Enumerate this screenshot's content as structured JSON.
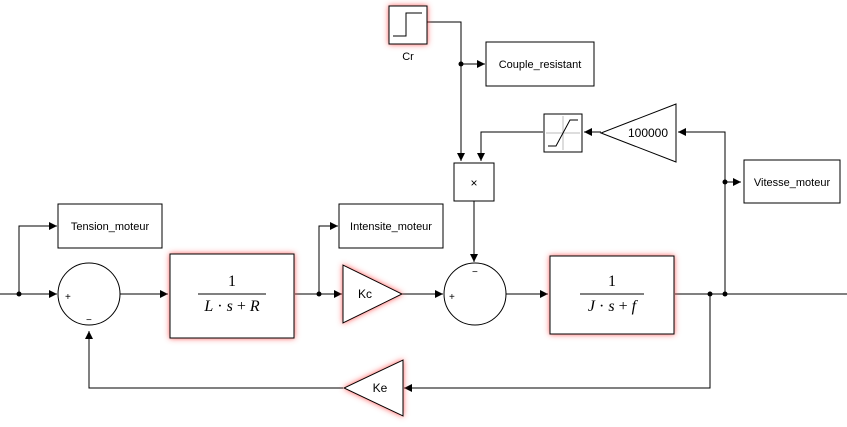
{
  "blocks": {
    "step_label": "Cr",
    "couple_resistant": "Couple_resistant",
    "tension_moteur": "Tension_moteur",
    "intensite_moteur": "Intensite_moteur",
    "vitesse_moteur": "Vitesse_moteur",
    "gain_big": "100000",
    "gain_kc": "Kc",
    "gain_ke": "Ke",
    "product": "×",
    "tf1": {
      "num": "1",
      "den_a": "L",
      "den_dot": " · ",
      "den_b": "s",
      "den_op": " + ",
      "den_c": "R"
    },
    "tf2": {
      "num": "1",
      "den_a": "J",
      "den_dot": " · ",
      "den_b": "s",
      "den_op": " + ",
      "den_c": "f"
    }
  },
  "signs": {
    "sum1_plus": "+",
    "sum1_minus": "−",
    "sum2_plus": "+",
    "sum2_minus": "−"
  },
  "colors": {
    "highlight": "#ff4a4a",
    "line": "#000000",
    "fill": "#ffffff"
  }
}
